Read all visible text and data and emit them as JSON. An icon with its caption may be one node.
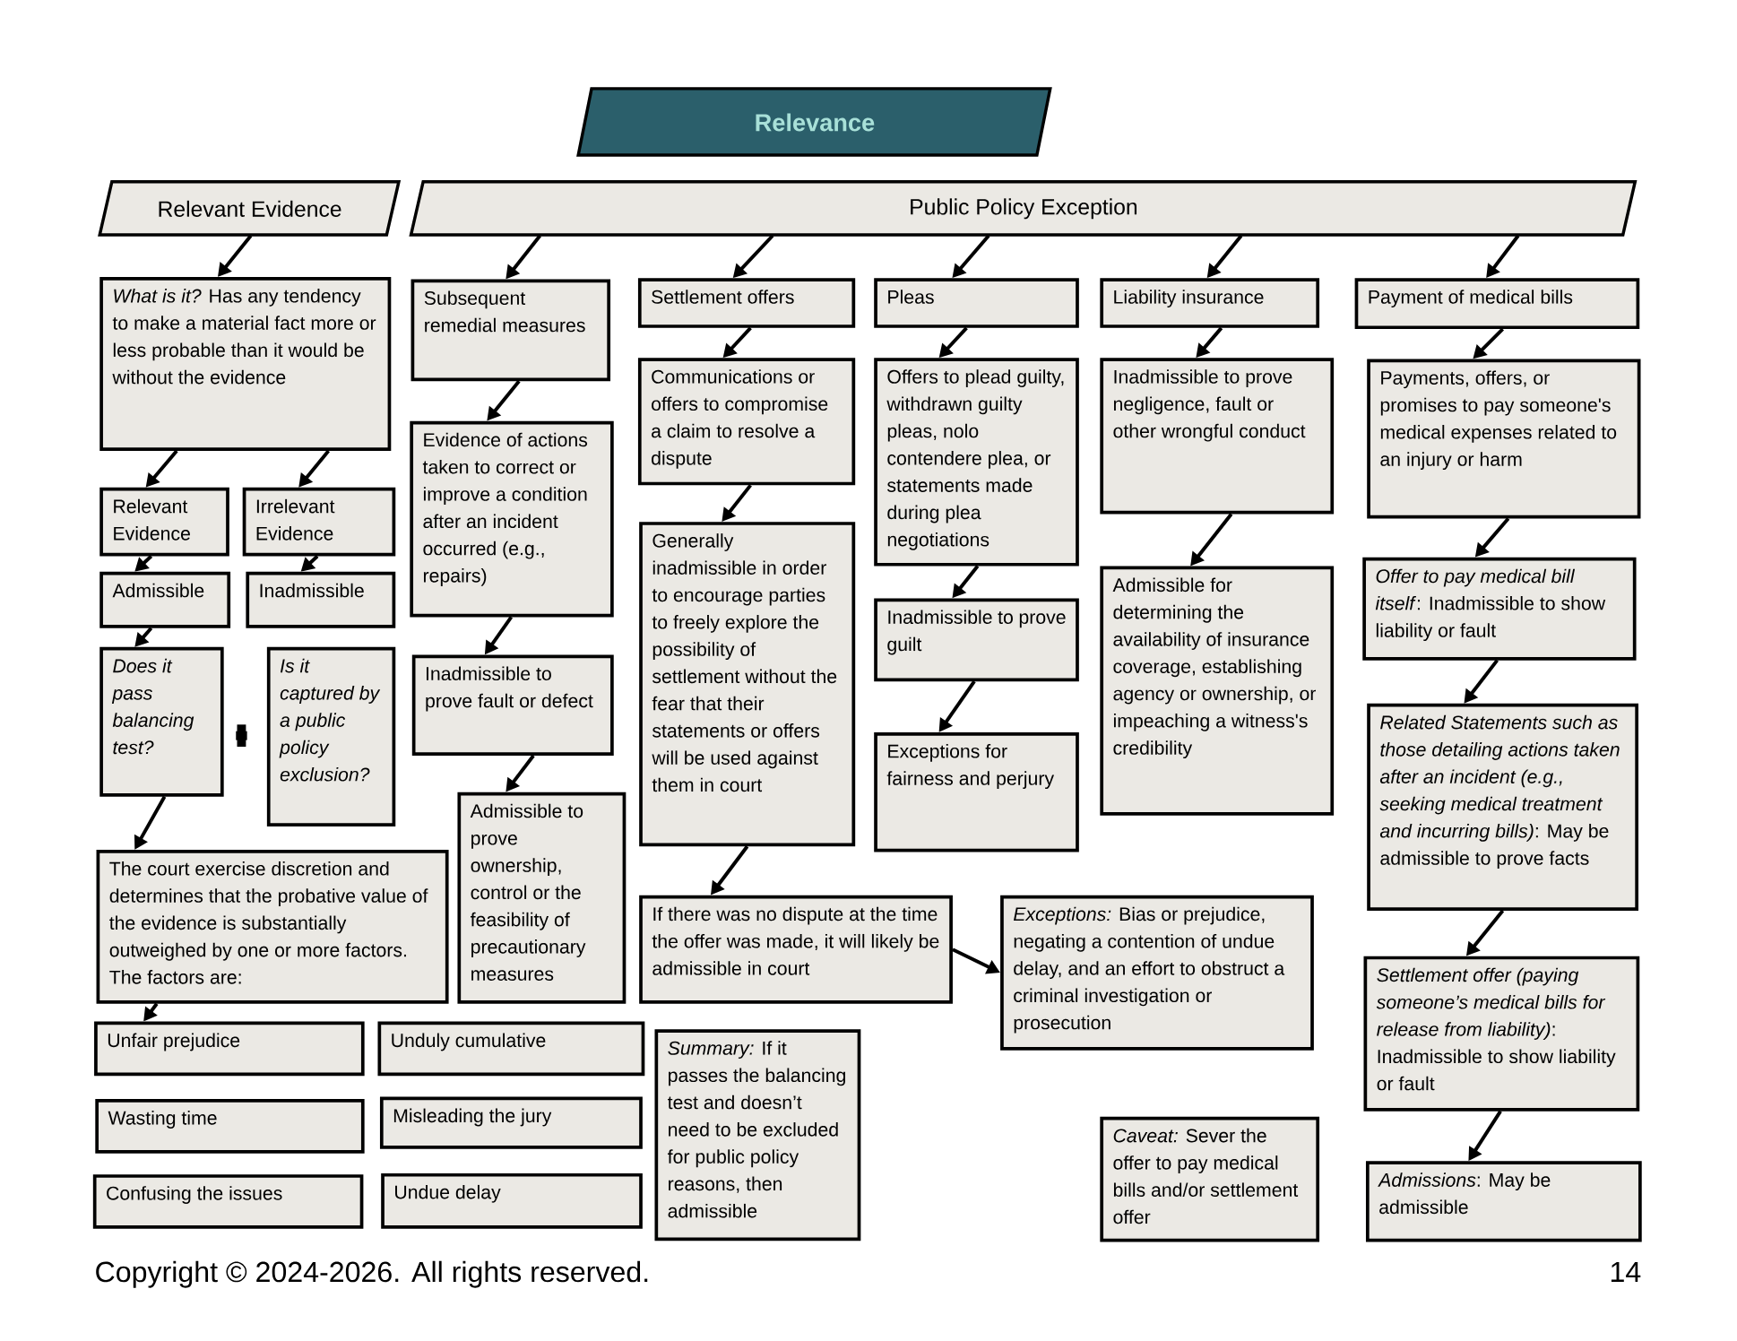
{
  "diagram": {
    "nodes": [
      {
        "text": [
          "Relevance"
        ]
      },
      {
        "text": [
          "Relevant Evidence"
        ]
      },
      {
        "text": [
          "Public Policy Exception"
        ]
      },
      {
        "text": [
          "*What is it?* Has any tendency to make a material fact more or less probable than it would be without the evidence"
        ]
      },
      {
        "text": [
          "Relevant Evidence"
        ]
      },
      {
        "text": [
          "Irrelevant Evidence"
        ]
      },
      {
        "text": [
          "Admissible"
        ]
      },
      {
        "text": [
          "Inadmissible"
        ]
      },
      {
        "text": [
          "Does it pass balancing test?"
        ]
      },
      {
        "text": [
          "Is it captured by a public policy exclusion?"
        ]
      },
      {
        "text": [
          "The court exercise discretion and determines that the probative value of the evidence is substantially outweighed by one or more factors. The factors are:"
        ]
      },
      {
        "text": [
          "Unfair prejudice"
        ]
      },
      {
        "text": [
          "Unduly cumulative"
        ]
      },
      {
        "text": [
          "Wasting time"
        ]
      },
      {
        "text": [
          "Misleading the jury"
        ]
      },
      {
        "text": [
          "Confusing the issues"
        ]
      },
      {
        "text": [
          "Undue delay"
        ]
      },
      {
        "text": [
          "Subsequent remedial measures"
        ]
      },
      {
        "text": [
          "Evidence of actions taken to correct or improve a condition after an incident occurred (e.g., repairs)"
        ]
      },
      {
        "text": [
          "Inadmissible to prove fault or defect"
        ]
      },
      {
        "text": [
          "Admissible to prove ownership, control or the feasibility of precautionary measures"
        ]
      },
      {
        "text": [
          "Settlement offers"
        ]
      },
      {
        "text": [
          "Communications or offers to compromise a claim to resolve a dispute"
        ]
      },
      {
        "text": [
          "Generally inadmissible in order to encourage parties to freely explore the possibility of settlement without the fear that their statements or offers will be used against them in court"
        ]
      },
      {
        "text": [
          "If there was no dispute at the time the offer was made, it will likely be admissible in court"
        ]
      },
      {
        "text": [
          "*Exceptions:* Bias or prejudice, negating a contention of undue delay, and an effort to obstruct a criminal investigation or prosecution"
        ]
      },
      {
        "text": [
          "*Summary:* If it passes the balancing test and doesn’t need to be excluded for public policy reasons, then admissible"
        ]
      },
      {
        "text": [
          "Pleas"
        ]
      },
      {
        "text": [
          "Offers to plead guilty, withdrawn guilty pleas, nolo contendere plea, or statements made during plea negotiations"
        ]
      },
      {
        "text": [
          "Inadmissible to prove guilt"
        ]
      },
      {
        "text": [
          "Exceptions for fairness and perjury"
        ]
      },
      {
        "text": [
          "Liability insurance"
        ]
      },
      {
        "text": [
          "Inadmissible to prove negligence, fault or other wrongful conduct"
        ]
      },
      {
        "text": [
          "Admissible for determining the availability of insurance coverage, establishing agency or ownership, or impeaching a witness's credibility"
        ]
      },
      {
        "text": [
          "*Caveat:* Sever the offer to pay medical bills and/or settlement offer"
        ]
      },
      {
        "text": [
          "Payment of medical bills"
        ]
      },
      {
        "text": [
          "Payments, offers, or promises to pay someone's medical expenses related to an injury or harm"
        ]
      },
      {
        "text": [
          "*Offer to pay medical bill itself*: Inadmissible to show liability or fault"
        ]
      },
      {
        "text": [
          "*Related Statements such as those detailing actions taken after an incident (e.g., seeking medical treatment and incurring bills)*: May be admissible to prove facts"
        ]
      },
      {
        "text": [
          "*Settlement offer (paying someone’s medical bills for release from liability)*: Inadmissible to show liability or fault"
        ]
      },
      {
        "text": [
          "*Admissions*: May be admissible"
        ]
      }
    ],
    "edges": [
      {
        "from": 1,
        "to": 3,
        "arrow": "to"
      },
      {
        "from": 3,
        "to": 4,
        "arrow": "to"
      },
      {
        "from": 3,
        "to": 5,
        "arrow": "to"
      },
      {
        "from": 4,
        "to": 6,
        "arrow": "to"
      },
      {
        "from": 5,
        "to": 7,
        "arrow": "to"
      },
      {
        "from": 6,
        "to": 8,
        "arrow": "to"
      },
      {
        "from": 8,
        "to": 10,
        "arrow": "to"
      },
      {
        "from": 10,
        "to": 11,
        "arrow": "to"
      },
      {
        "from": 2,
        "to": 17,
        "arrow": "to"
      },
      {
        "from": 17,
        "to": 18,
        "arrow": "to"
      },
      {
        "from": 18,
        "to": 19,
        "arrow": "to"
      },
      {
        "from": 19,
        "to": 20,
        "arrow": "to"
      },
      {
        "from": 2,
        "to": 21,
        "arrow": "to"
      },
      {
        "from": 21,
        "to": 22,
        "arrow": "to"
      },
      {
        "from": 22,
        "to": 23,
        "arrow": "to"
      },
      {
        "from": 23,
        "to": 24,
        "arrow": "to"
      },
      {
        "from": 24,
        "to": 25,
        "arrow": "to"
      },
      {
        "from": 2,
        "to": 27,
        "arrow": "to"
      },
      {
        "from": 27,
        "to": 28,
        "arrow": "to"
      },
      {
        "from": 28,
        "to": 29,
        "arrow": "to"
      },
      {
        "from": 29,
        "to": 30,
        "arrow": "to"
      },
      {
        "from": 2,
        "to": 31,
        "arrow": "to"
      },
      {
        "from": 31,
        "to": 32,
        "arrow": "to"
      },
      {
        "from": 32,
        "to": 33,
        "arrow": "to"
      },
      {
        "from": 2,
        "to": 35,
        "arrow": "to"
      },
      {
        "from": 35,
        "to": 36,
        "arrow": "to"
      },
      {
        "from": 36,
        "to": 37,
        "arrow": "to"
      },
      {
        "from": 37,
        "to": 38,
        "arrow": "to"
      },
      {
        "from": 38,
        "to": 39,
        "arrow": "to"
      },
      {
        "from": 39,
        "to": 40,
        "arrow": "to"
      }
    ],
    "labels": [
      "Copyright © 2024-2026. All rights reserved.",
      "14"
    ]
  }
}
